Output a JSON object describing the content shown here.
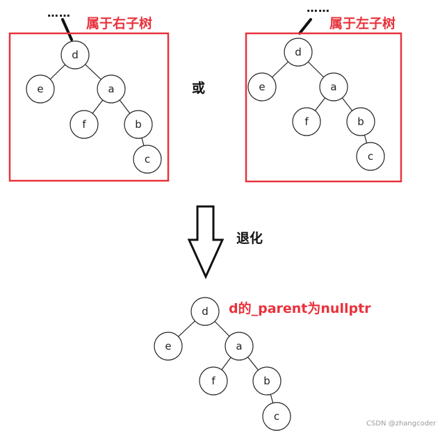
{
  "left_tree": {
    "label": "属于右子树",
    "ellipsis": "……",
    "nodes": [
      "d",
      "e",
      "a",
      "f",
      "b",
      "c"
    ]
  },
  "right_tree": {
    "label": "属于左子树",
    "ellipsis": "……",
    "nodes": [
      "d",
      "e",
      "a",
      "f",
      "b",
      "c"
    ]
  },
  "or_label": "或",
  "degrade_label": "退化",
  "bottom_tree": {
    "label": "d的_parent为nullptr",
    "nodes": [
      "d",
      "e",
      "a",
      "f",
      "b",
      "c"
    ]
  },
  "watermark": "CSDN @zhangcoder",
  "colors": {
    "highlight": "#e8323c",
    "ink": "#222222"
  }
}
